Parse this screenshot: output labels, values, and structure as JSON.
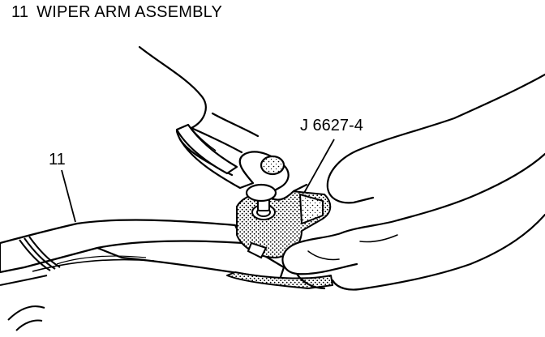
{
  "figure": {
    "number": "11",
    "title": "WIPER ARM ASSEMBLY"
  },
  "callouts": {
    "part_number": "11",
    "tool_label": "J 6627-4"
  }
}
